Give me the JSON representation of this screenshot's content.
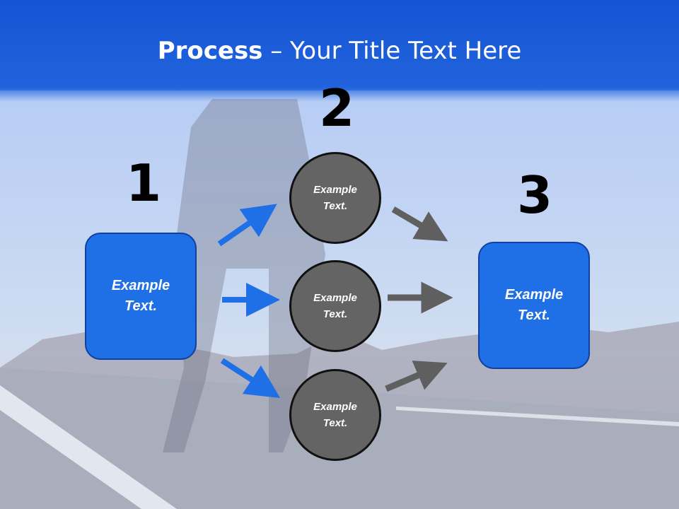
{
  "title": {
    "bold": "Process",
    "rest": " – Your Title Text Here"
  },
  "numbers": {
    "one": "1",
    "two": "2",
    "three": "3"
  },
  "left_box": {
    "text": "Example\nText."
  },
  "right_box": {
    "text": "Example\nText."
  },
  "circles": [
    {
      "text": "Example\nText."
    },
    {
      "text": "Example\nText."
    },
    {
      "text": "Example\nText."
    }
  ],
  "colors": {
    "header": "#1a5ad8",
    "box": "#1f6fe6",
    "circle": "#646464",
    "arrow_blue": "#1f6fe6",
    "arrow_gray": "#5f5f5f"
  }
}
